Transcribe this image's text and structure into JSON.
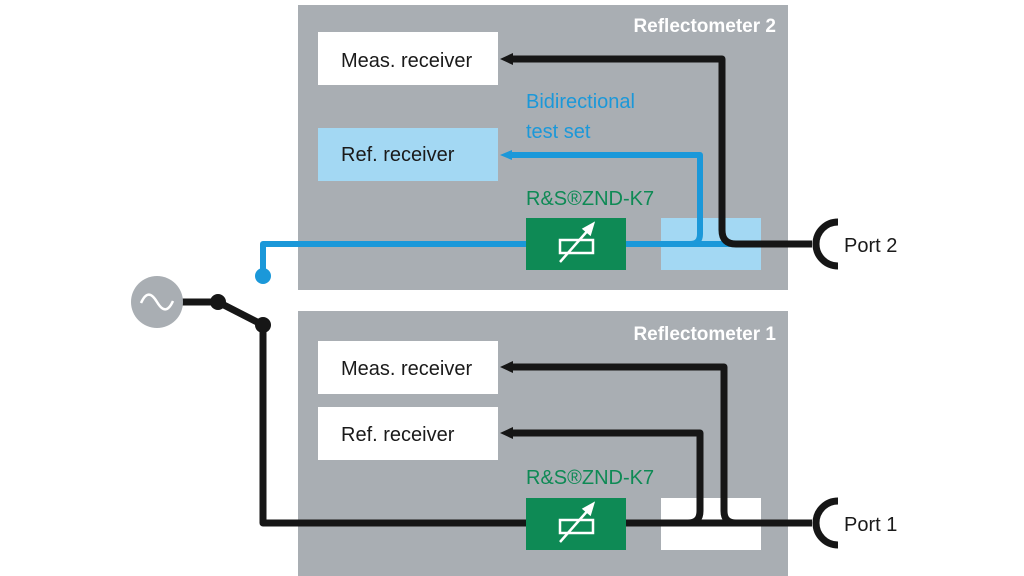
{
  "colors": {
    "panel": "#a9aeb3",
    "black_line": "#161616",
    "blue_line": "#1b98d9",
    "light_blue_box": "#a3d8f3",
    "green_block": "#0e8a55",
    "source_grey": "#a9aeb3",
    "white": "#ffffff"
  },
  "reflectometer2": {
    "title": "Reflectometer 2",
    "meas_receiver": "Meas. receiver",
    "ref_receiver": "Ref. receiver",
    "test_set_label_line1": "Bidirectional",
    "test_set_label_line2": "test set",
    "option_label": "R&S®ZND-K7",
    "port_label": "Port 2"
  },
  "reflectometer1": {
    "title": "Reflectometer 1",
    "meas_receiver": "Meas. receiver",
    "ref_receiver": "Ref. receiver",
    "option_label": "R&S®ZND-K7",
    "port_label": "Port 1"
  },
  "source": {
    "icon": "sine-wave-source-icon"
  },
  "icons": {
    "attenuator": "variable-attenuator-icon",
    "port": "port-connector-icon",
    "switch": "rf-switch-icon"
  }
}
